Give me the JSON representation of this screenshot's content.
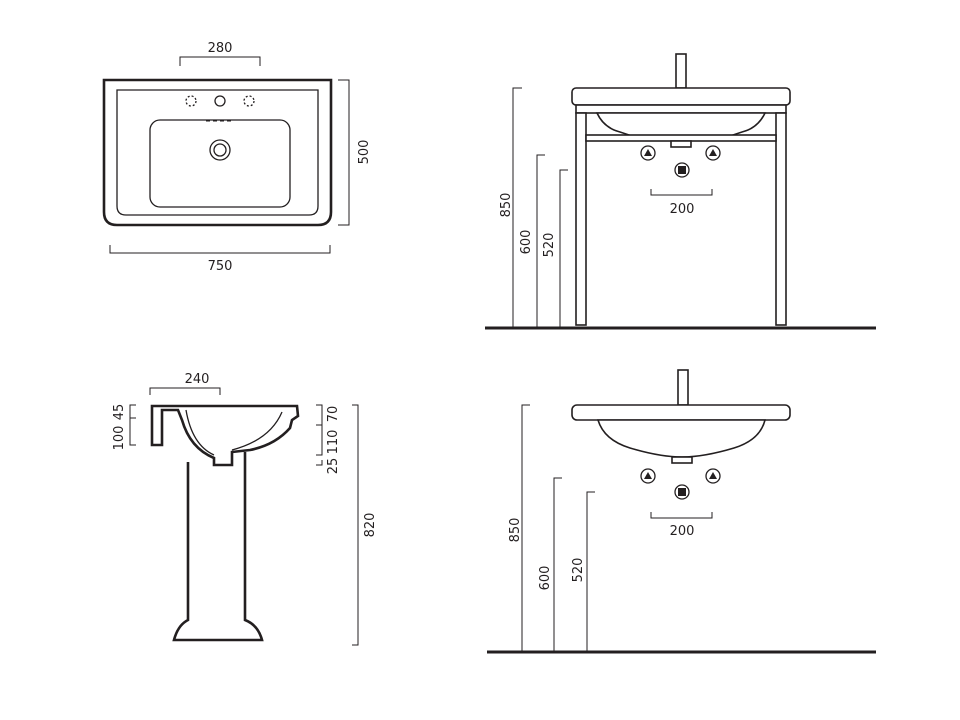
{
  "top_view": {
    "width_dim": "750",
    "depth_dim": "500",
    "tap_spacing_dim": "280"
  },
  "wall_stand_view": {
    "height_dim": "850",
    "waste_height_dim": "600",
    "supply_height_dim": "520",
    "supply_spacing_dim": "200"
  },
  "side_view": {
    "projection_dim": "240",
    "rim_dim": "45",
    "back_height_dim": "100",
    "top_dim": "70",
    "mid_dim": "110",
    "lower_dim": "25",
    "total_height_dim": "820"
  },
  "wall_hung_view": {
    "height_dim": "850",
    "waste_height_dim": "600",
    "supply_height_dim": "520",
    "supply_spacing_dim": "200"
  },
  "colors": {
    "line": "#231f20",
    "background": "#ffffff"
  }
}
